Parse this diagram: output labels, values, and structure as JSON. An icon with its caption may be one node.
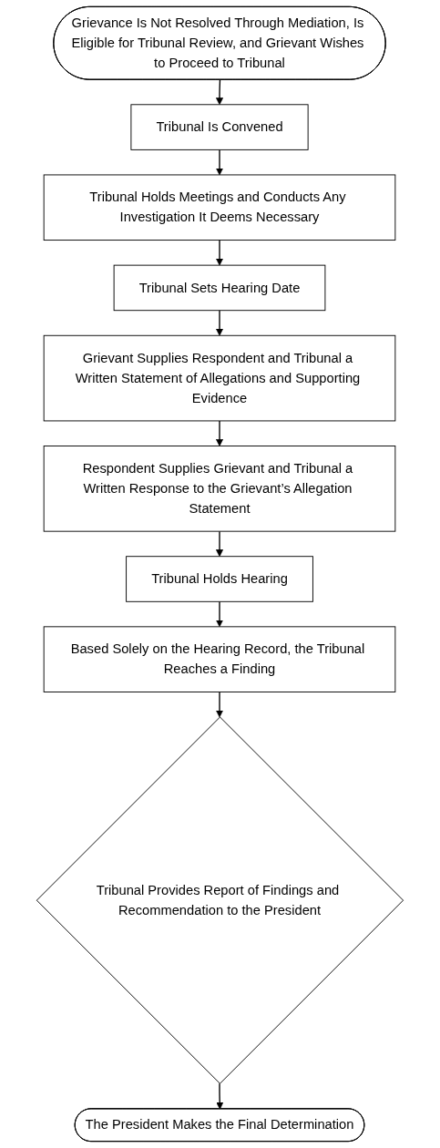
{
  "diagram": {
    "nodes": [
      {
        "text": [
          "Grievance Is Not Resolved Through Mediation, Is Eligible for Tribunal Review, and Grievant Wishes to Proceed to Tribunal"
        ]
      },
      {
        "text": [
          "Tribunal Is Convened"
        ]
      },
      {
        "text": [
          "Tribunal Holds Meetings and Conducts Any Investigation It Deems Necessary"
        ]
      },
      {
        "text": [
          "Tribunal Sets Hearing Date"
        ]
      },
      {
        "text": [
          "Grievant Supplies Respondent and Tribunal a Written Statement of Allegations and Supporting Evidence"
        ]
      },
      {
        "text": [
          "Respondent Supplies Grievant and Tribunal a Written Response to the Grievant’s Allegation Statement"
        ]
      },
      {
        "text": [
          "Tribunal Holds Hearing"
        ]
      },
      {
        "text": [
          "Based Solely on the Hearing Record, the Tribunal Reaches a Finding"
        ]
      },
      {
        "text": [
          "Tribunal Provides Report of Findings and Recommendation to the President"
        ]
      },
      {
        "text": [
          "The President Makes the Final Determination"
        ]
      }
    ],
    "edges": [
      {
        "from": 0,
        "to": 1,
        "arrow": "to"
      },
      {
        "from": 1,
        "to": 2,
        "arrow": "to"
      },
      {
        "from": 2,
        "to": 3,
        "arrow": "to"
      },
      {
        "from": 3,
        "to": 4,
        "arrow": "to"
      },
      {
        "from": 4,
        "to": 5,
        "arrow": "to"
      },
      {
        "from": 5,
        "to": 6,
        "arrow": "to"
      },
      {
        "from": 6,
        "to": 7,
        "arrow": "to"
      },
      {
        "from": 7,
        "to": 8,
        "arrow": "to"
      },
      {
        "from": 8,
        "to": 9,
        "arrow": "to"
      }
    ]
  }
}
